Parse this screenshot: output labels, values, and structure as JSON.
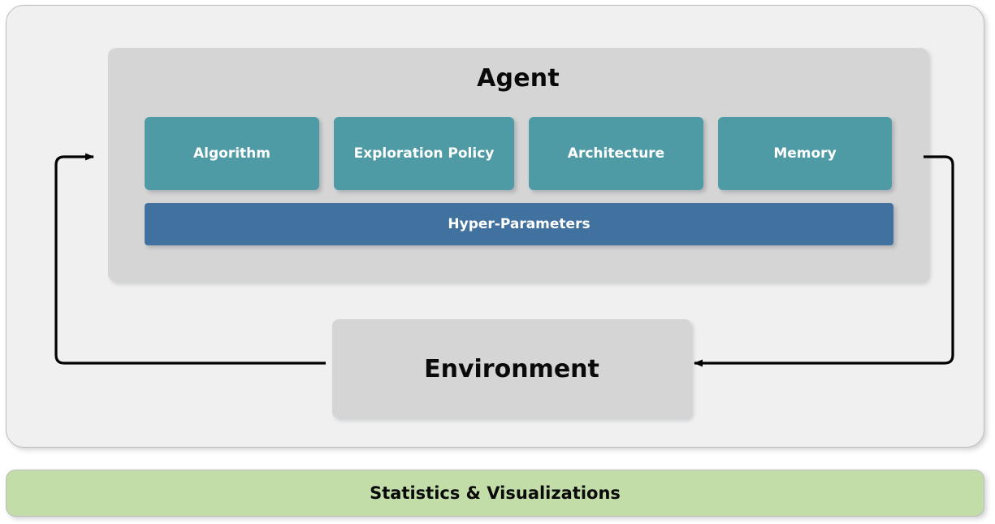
{
  "diagram": {
    "title_agent": "Agent",
    "title_environment": "Environment",
    "agent_components": [
      {
        "label": "Algorithm"
      },
      {
        "label": "Exploration Policy"
      },
      {
        "label": "Architecture"
      },
      {
        "label": "Memory"
      }
    ],
    "hyper_parameters_label": "Hyper-Parameters",
    "statistics_label": "Statistics & Visualizations",
    "colors": {
      "outer_panel": "#F0F0F0",
      "panel_border": "#BDBDBD",
      "agent_box": "#D5D5D5",
      "component_card": "#4F9BA5",
      "hyper_parameters": "#41719F",
      "environment_box": "#D5D5D5",
      "statistics_bar": "#C3DDA8",
      "connector_line": "#000000",
      "card_text": "#FFFFFF",
      "title_text": "#0A0A0A"
    },
    "connectors": [
      {
        "name": "environment-to-agent",
        "from": "environment-left",
        "to": "agent-left",
        "direction": "into-agent"
      },
      {
        "name": "agent-to-environment",
        "from": "agent-right",
        "to": "environment-right",
        "direction": "into-environment"
      }
    ]
  }
}
